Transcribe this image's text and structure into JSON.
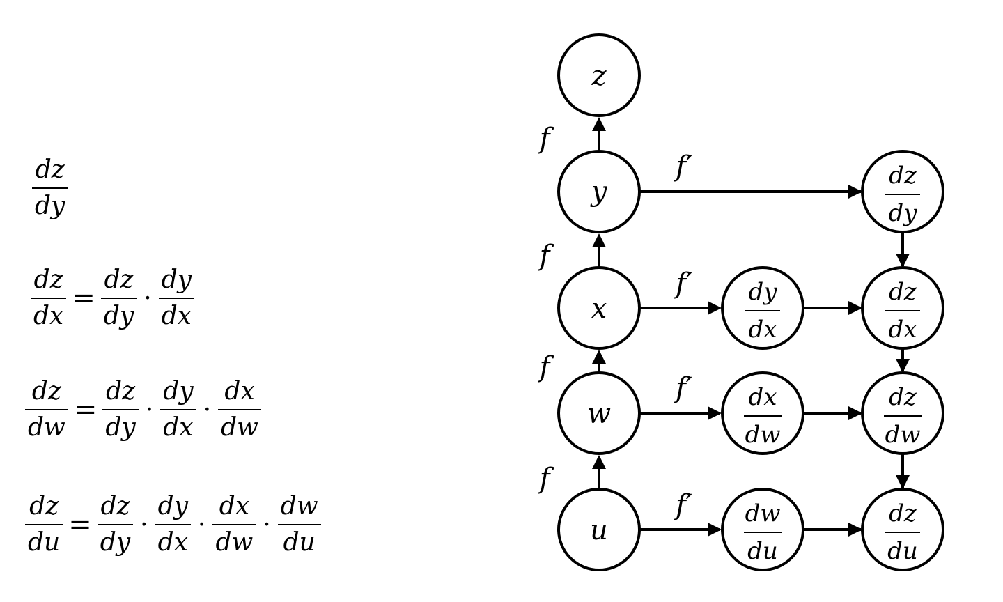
{
  "equations": [
    {
      "lhs": {
        "num": "dz",
        "den": "dy"
      }
    },
    {
      "lhs": {
        "num": "dz",
        "den": "dx"
      },
      "eq": "=",
      "rhs": [
        {
          "num": "dz",
          "den": "dy"
        },
        {
          "num": "dy",
          "den": "dx"
        }
      ],
      "dot": "·"
    },
    {
      "lhs": {
        "num": "dz",
        "den": "dw"
      },
      "eq": "=",
      "rhs": [
        {
          "num": "dz",
          "den": "dy"
        },
        {
          "num": "dy",
          "den": "dx"
        },
        {
          "num": "dx",
          "den": "dw"
        }
      ],
      "dot": "·"
    },
    {
      "lhs": {
        "num": "dz",
        "den": "du"
      },
      "eq": "=",
      "rhs": [
        {
          "num": "dz",
          "den": "dy"
        },
        {
          "num": "dy",
          "den": "dx"
        },
        {
          "num": "dx",
          "den": "dw"
        },
        {
          "num": "dw",
          "den": "du"
        }
      ],
      "dot": "·"
    }
  ],
  "graph": {
    "forward_nodes": [
      "z",
      "y",
      "x",
      "w",
      "u"
    ],
    "forward_label": "f",
    "derivative_label": "f′",
    "local_derivatives": [
      {
        "num": "dy",
        "den": "dx"
      },
      {
        "num": "dx",
        "den": "dw"
      },
      {
        "num": "dw",
        "den": "du"
      }
    ],
    "accumulated": [
      {
        "num": "dz",
        "den": "dy"
      },
      {
        "num": "dz",
        "den": "dx"
      },
      {
        "num": "dz",
        "den": "dw"
      },
      {
        "num": "dz",
        "den": "du"
      }
    ]
  }
}
